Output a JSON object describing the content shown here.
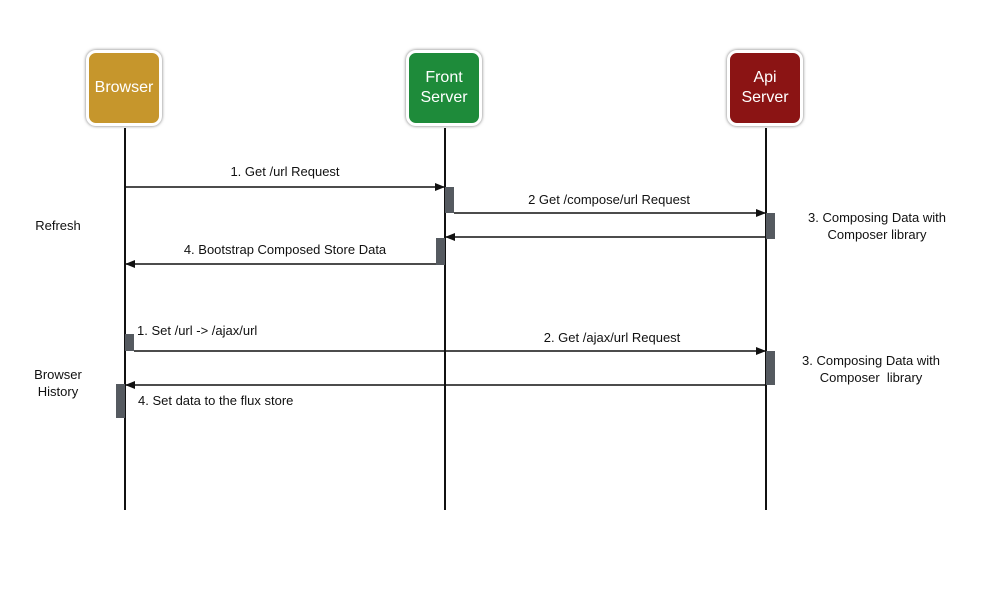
{
  "actors": [
    {
      "id": "browser",
      "label": "Browser",
      "color": "#c6962c"
    },
    {
      "id": "front",
      "label": "Front\nServer",
      "color": "#1e8b3a"
    },
    {
      "id": "api",
      "label": "Api\nServer",
      "color": "#8b1414"
    }
  ],
  "sections": {
    "refresh": "Refresh",
    "history": "Browser\nHistory"
  },
  "messages": {
    "m1": "1. Get /url Request",
    "m2": "2 Get /compose/url Request",
    "m3": "3. Composing Data with\nComposer library",
    "m4": "4. Bootstrap Composed Store Data",
    "h1": "1. Set /url -> /ajax/url",
    "h2": "2. Get /ajax/url Request",
    "h3": "3. Composing Data with\nComposer  library",
    "h4": "4. Set data to the flux store"
  },
  "colors": {
    "line": "#111111",
    "activation": "#555a60"
  }
}
